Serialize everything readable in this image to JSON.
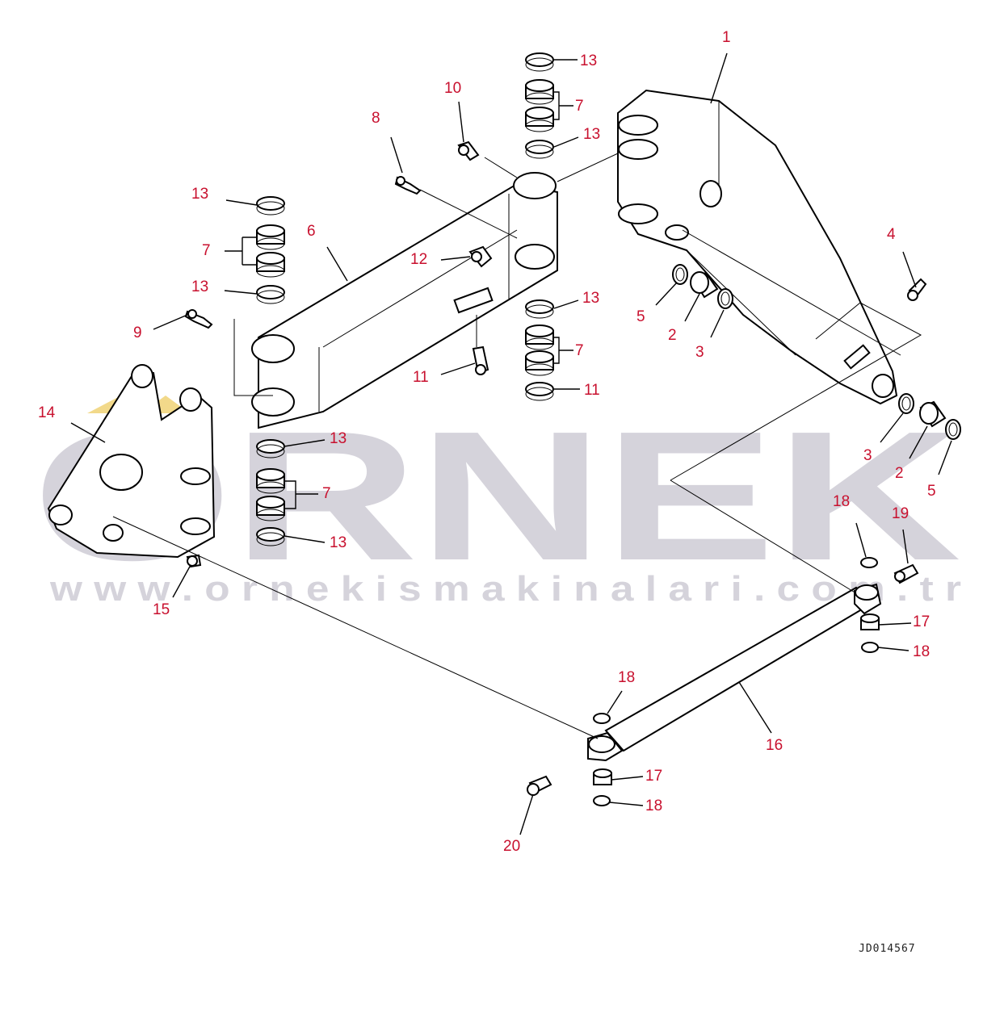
{
  "watermark": {
    "brand": "ORNEK",
    "url": "w w w . o r n e k i s m a k i n a l a r i . c o m . t r",
    "color": "#d5d3db",
    "accent_color": "#f2d98a"
  },
  "drawing_code": "JD014567",
  "label_color": "#c8102e",
  "callouts": {
    "c1": "1",
    "c2a": "2",
    "c2b": "2",
    "c3a": "3",
    "c3b": "3",
    "c4": "4",
    "c5a": "5",
    "c5b": "5",
    "c6": "6",
    "c7a": "7",
    "c7b": "7",
    "c7c": "7",
    "c7d": "7",
    "c8": "8",
    "c9": "9",
    "c10": "10",
    "c11a": "11",
    "c11b": "11",
    "c12": "12",
    "c13a": "13",
    "c13b": "13",
    "c13c": "13",
    "c13d": "13",
    "c13e": "13",
    "c13f": "13",
    "c13g": "13",
    "c14": "14",
    "c15": "15",
    "c16": "16",
    "c17a": "17",
    "c17b": "17",
    "c18a": "18",
    "c18b": "18",
    "c18c": "18",
    "c18d": "18",
    "c19": "19",
    "c20": "20"
  },
  "icons": [
    "grease-fitting-icon",
    "bushing-icon",
    "seal-ring-icon",
    "thrust-ring-icon"
  ]
}
